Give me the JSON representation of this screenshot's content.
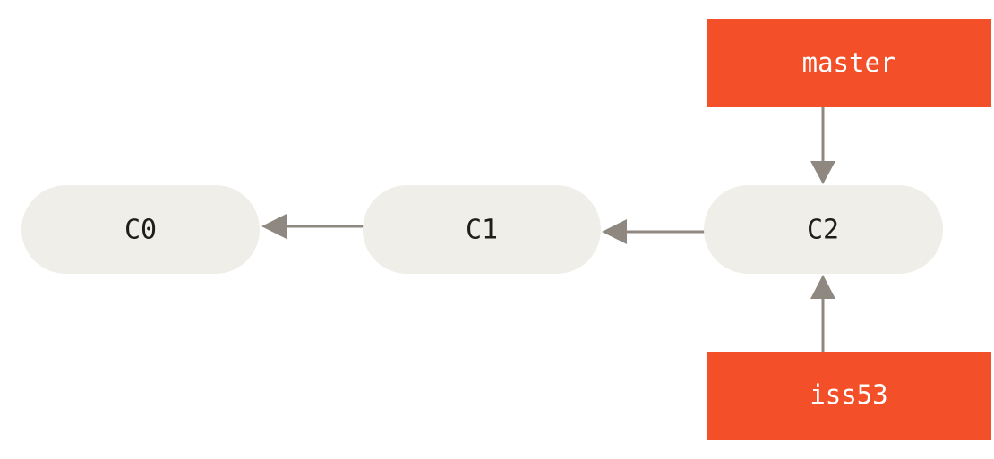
{
  "colors": {
    "commit_fill": "#efeee8",
    "branch_fill": "#f34f29",
    "arrow": "#8f8880",
    "commit_text": "#1d1d1b",
    "branch_text": "#ffffff"
  },
  "commits": [
    {
      "id": "c0",
      "label": "C0"
    },
    {
      "id": "c1",
      "label": "C1"
    },
    {
      "id": "c2",
      "label": "C2"
    }
  ],
  "branches": [
    {
      "id": "master",
      "label": "master",
      "points_to": "C2"
    },
    {
      "id": "iss53",
      "label": "iss53",
      "points_to": "C2"
    }
  ],
  "parent_links": [
    {
      "from": "C1",
      "to": "C0"
    },
    {
      "from": "C2",
      "to": "C1"
    }
  ]
}
